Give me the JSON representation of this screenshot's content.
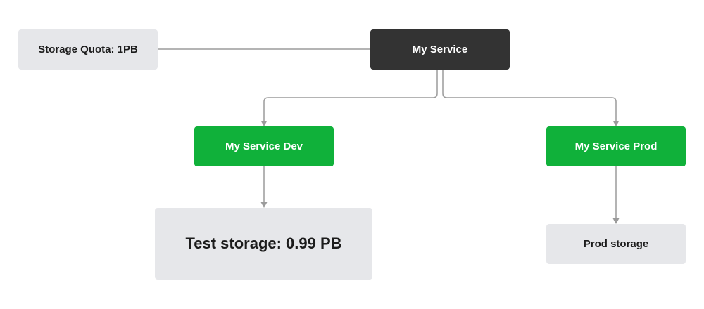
{
  "diagram": {
    "nodes": {
      "storage_quota": "Storage Quota: 1PB",
      "my_service": "My Service",
      "my_service_dev": "My Service Dev",
      "my_service_prod": "My Service Prod",
      "test_storage": "Test storage: 0.99 PB",
      "prod_storage": "Prod storage"
    },
    "edges": [
      {
        "from": "storage_quota",
        "to": "my_service",
        "arrow": false
      },
      {
        "from": "my_service",
        "to": "my_service_dev",
        "arrow": true
      },
      {
        "from": "my_service",
        "to": "my_service_prod",
        "arrow": true
      },
      {
        "from": "my_service_dev",
        "to": "test_storage",
        "arrow": true
      },
      {
        "from": "my_service_prod",
        "to": "prod_storage",
        "arrow": true
      }
    ],
    "colors": {
      "gray_node": "#e6e7ea",
      "dark_node": "#333333",
      "green_node": "#10b13a",
      "connector": "#9b9b9b"
    }
  }
}
